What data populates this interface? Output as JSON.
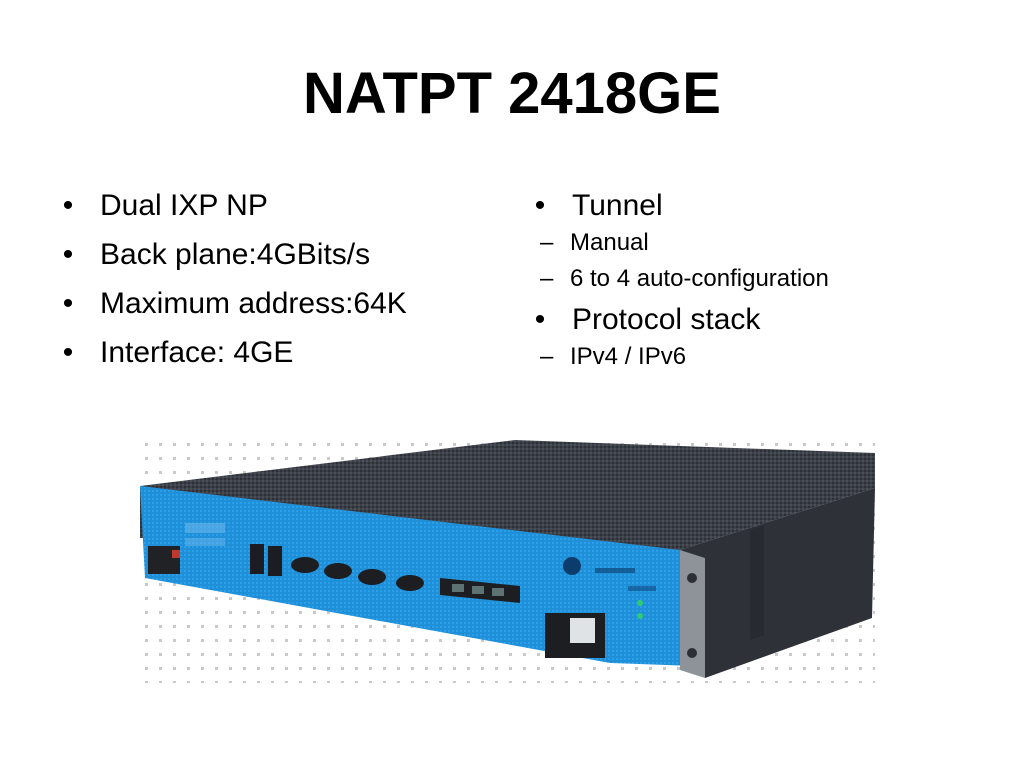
{
  "slide": {
    "title": "NATPT 2418GE"
  },
  "left_bullets": [
    {
      "text": "Dual IXP NP"
    },
    {
      "text": "Back plane:4GBits/s"
    },
    {
      "text": "Maximum address:64K"
    },
    {
      "text": "Interface: 4GE"
    }
  ],
  "right_bullets": [
    {
      "text": "Tunnel",
      "subs": [
        "Manual",
        "6 to 4 auto-configuration"
      ]
    },
    {
      "text": "Protocol stack",
      "subs": [
        "IPv4 / IPv6"
      ]
    }
  ],
  "markers": {
    "bullet": "•",
    "dash": "–"
  },
  "device_image": {
    "alt": "Rack-mounted network device with blue front panel",
    "panel_color": "#1f8fd8",
    "chassis_color": "#3a3d44"
  }
}
